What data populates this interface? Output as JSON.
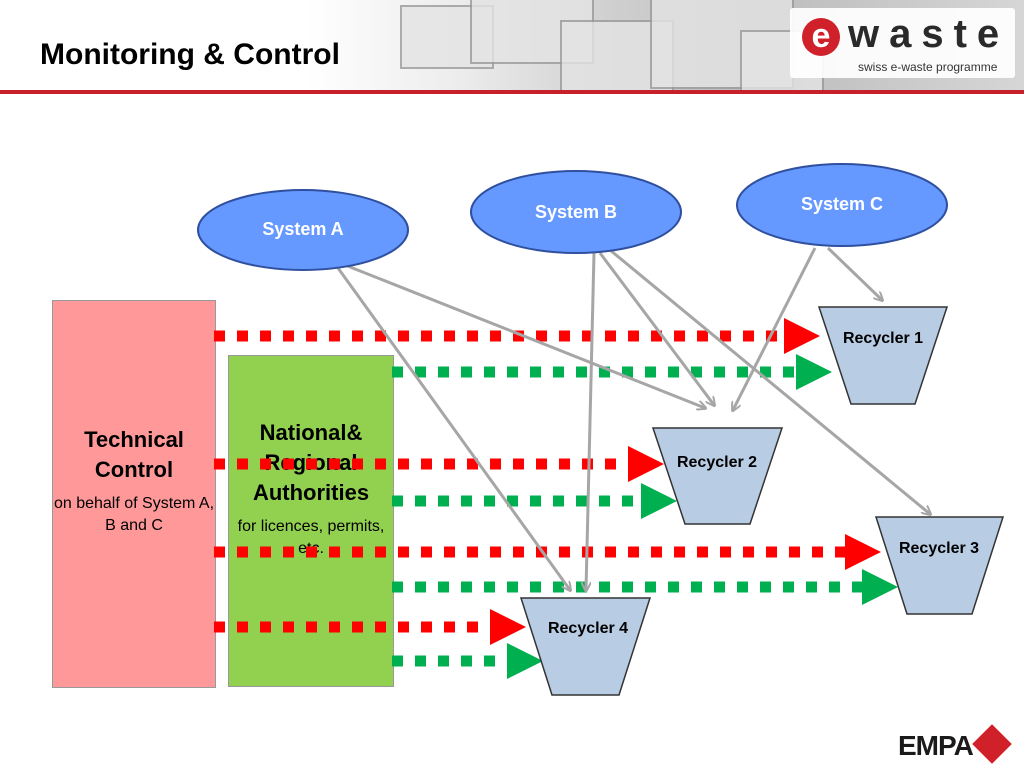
{
  "header": {
    "title": "Monitoring & Control",
    "logo_letter": "e",
    "logo_word": "waste",
    "logo_tagline": "swiss e-waste programme"
  },
  "boxes": {
    "technical_control": {
      "title": "Technical Control",
      "subtitle": "on behalf of System A, B and C"
    },
    "authorities": {
      "title": "National& Regional Authorities",
      "subtitle": "for licences, permits, etc."
    }
  },
  "systems": [
    "System A",
    "System B",
    "System C"
  ],
  "recyclers": [
    "Recycler 1",
    "Recycler 2",
    "Recycler 3",
    "Recycler 4"
  ],
  "footer": {
    "brand": "EMPA"
  },
  "colors": {
    "system_fill": "#6699ff",
    "recycler_fill": "#b8cce4",
    "technical_fill": "#ff9999",
    "authorities_fill": "#92d050",
    "red_arrow": "#ff0000",
    "green_arrow": "#00b050",
    "link_line": "#a6a6a6",
    "accent": "#c8202a"
  }
}
